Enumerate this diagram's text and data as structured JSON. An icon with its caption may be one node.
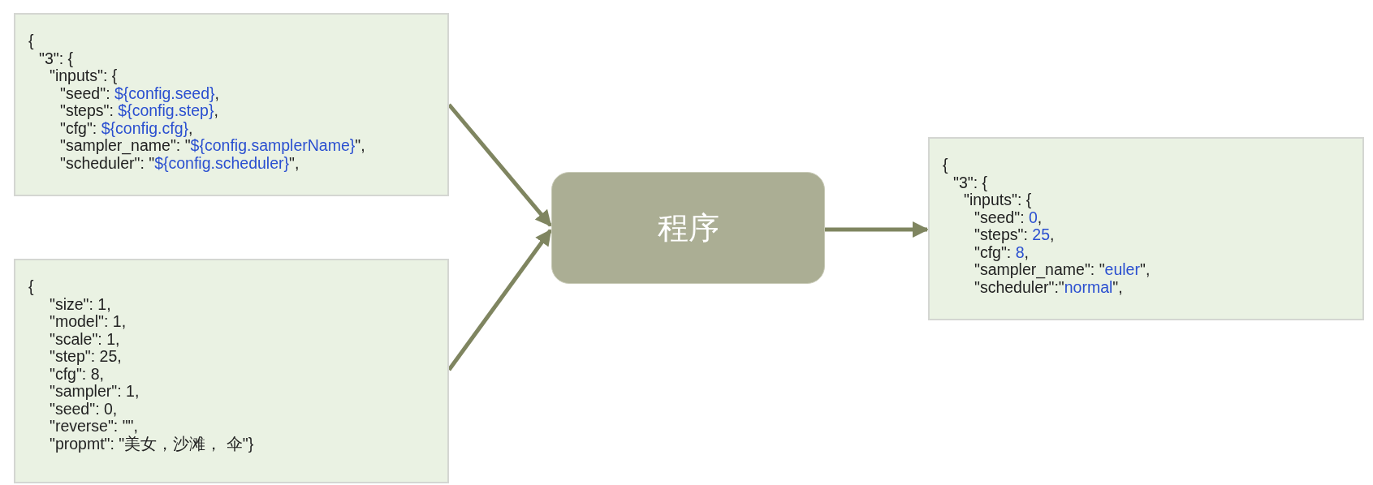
{
  "diagram": {
    "nodes": [
      {
        "text": [
          "{",
          "\"3\": {",
          "\"inputs\": {",
          "\"seed\": ${config.seed},",
          "\"steps\": ${config.step},",
          "\"cfg\": ${config.cfg},",
          "\"sampler_name\": \"${config.samplerName}\",",
          "\"scheduler\": \"${config.scheduler}\","
        ]
      },
      {
        "text": [
          "{",
          "\"size\": 1,",
          "\"model\": 1,",
          "\"scale\": 1,",
          "\"step\": 25,",
          "\"cfg\": 8,",
          "\"sampler\": 1,",
          "\"seed\": 0,",
          "\"reverse\": \"\",",
          "\"propmt\": \"美女，沙滩， 伞\"}"
        ]
      },
      {
        "text": [
          "程序"
        ]
      },
      {
        "text": [
          "{",
          "\"3\": {",
          "\"inputs\": {",
          "\"seed\": 0,",
          "\"steps\": 25,",
          "\"cfg\": 8,",
          "\"sampler_name\": \"euler\",",
          "\"scheduler\":\"normal\","
        ]
      }
    ],
    "edges": [
      {
        "from": 0,
        "to": 2,
        "arrow": "to"
      },
      {
        "from": 1,
        "to": 2,
        "arrow": "to"
      },
      {
        "from": 2,
        "to": 3,
        "arrow": "to"
      }
    ]
  }
}
